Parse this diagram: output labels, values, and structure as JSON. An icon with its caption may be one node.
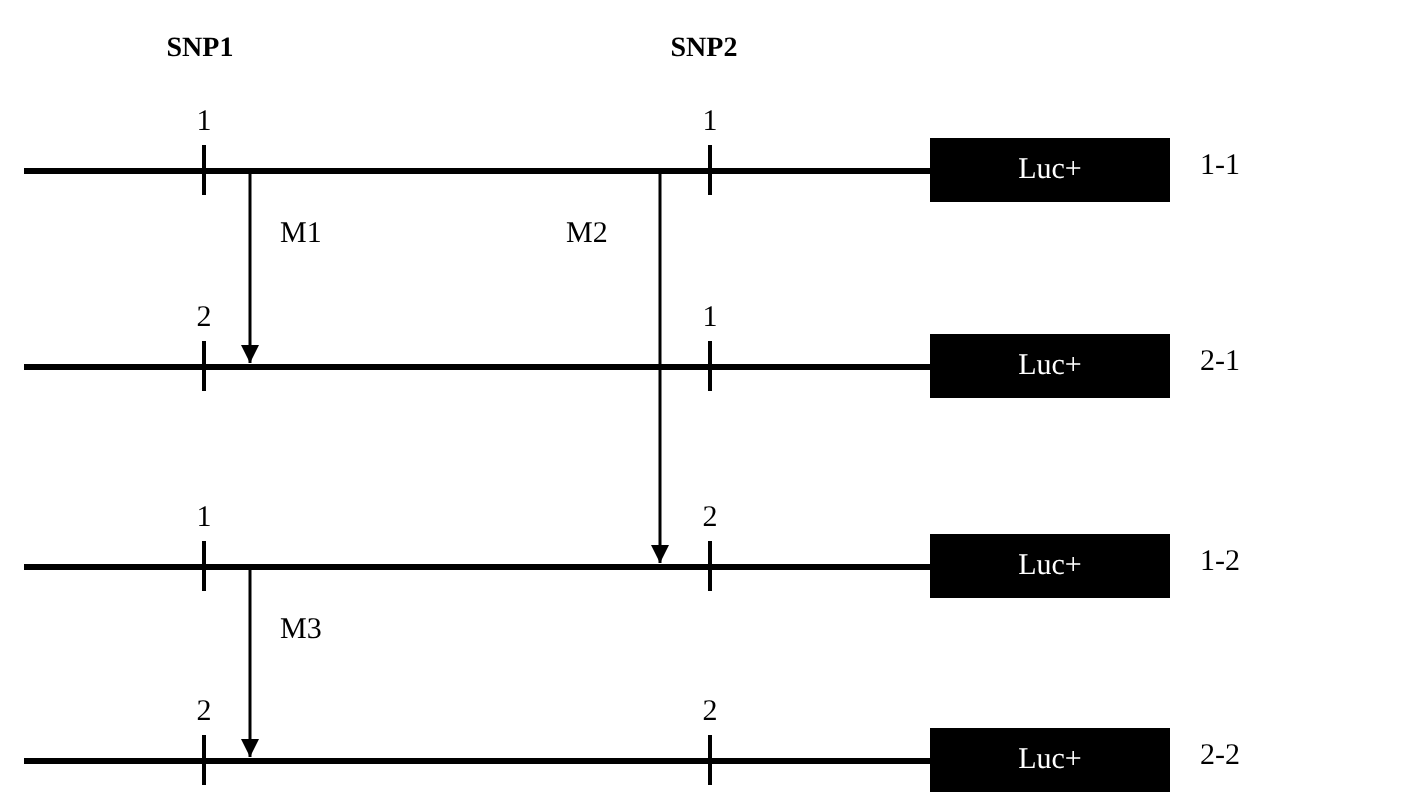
{
  "diagram": {
    "nodes": [
      {
        "text": [],
        "shape": "bar"
      },
      {
        "text": [
          "Luc+"
        ],
        "beside": [
          "1-1"
        ]
      },
      {
        "text": [],
        "shape": "bar"
      },
      {
        "text": [
          "Luc+"
        ],
        "beside": [
          "2-1"
        ]
      },
      {
        "text": [],
        "shape": "bar"
      },
      {
        "text": [
          "Luc+"
        ],
        "beside": [
          "1-2"
        ]
      },
      {
        "text": [],
        "shape": "bar"
      },
      {
        "text": [
          "Luc+"
        ],
        "beside": [
          "2-2"
        ]
      }
    ],
    "edges": [
      {
        "from": 0,
        "to": 2,
        "arrow": "to",
        "label": "M1"
      },
      {
        "from": 0,
        "to": 4,
        "arrow": "to",
        "label": "M2"
      },
      {
        "from": 4,
        "to": 6,
        "arrow": "to",
        "label": "M3"
      }
    ],
    "labels": [
      "SNP1",
      "SNP2",
      "1",
      "1",
      "2",
      "1",
      "1",
      "2",
      "2",
      "2"
    ]
  }
}
